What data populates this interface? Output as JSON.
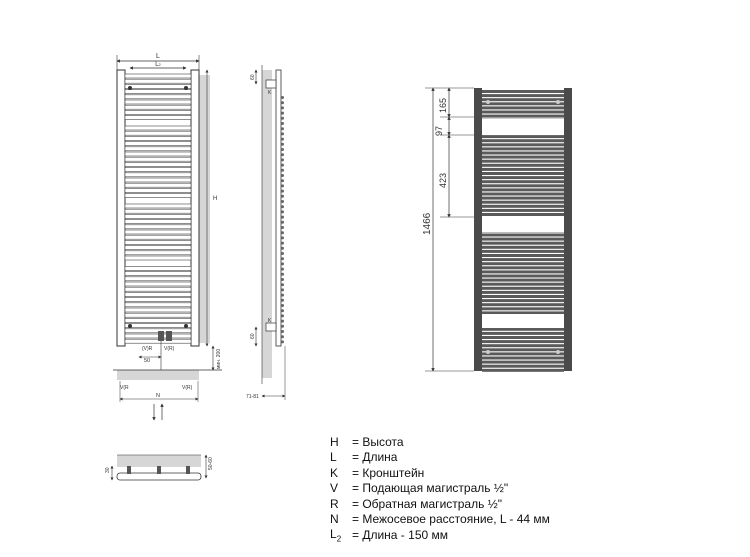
{
  "drawings": {
    "front": {
      "label_L": "L",
      "label_L2": "L",
      "label_L2_sub": "2",
      "label_H": "H",
      "label_50": "50",
      "label_VR_left": "(V)R",
      "label_VR_right": "V(R)",
      "label_VR_bottom_left": "V(R",
      "label_VR_bottom_right": "V(R)",
      "label_min": "мин. 200",
      "label_N": "N"
    },
    "side": {
      "label_top_K": "K",
      "label_top_num": "60",
      "label_bottom_K": "K",
      "label_bottom_num": "60",
      "label_depth": "71-81"
    },
    "dimensioned": {
      "dim_total": "1466",
      "dim_165": "165",
      "dim_97": "97",
      "dim_423": "423"
    },
    "top_view": {
      "label_30": "30",
      "label_50_60": "50-60"
    }
  },
  "legend": [
    {
      "key": "H",
      "sub": "",
      "desc": "= Высота"
    },
    {
      "key": "L",
      "sub": "",
      "desc": "= Длина"
    },
    {
      "key": "K",
      "sub": "",
      "desc": "= Кронштейн"
    },
    {
      "key": "V",
      "sub": "",
      "desc": "= Подающая магистраль ½\""
    },
    {
      "key": "R",
      "sub": "",
      "desc": "= Обратная магистраль ½\""
    },
    {
      "key": "N",
      "sub": "",
      "desc": "= Межосевое расстояние, L - 44 мм"
    },
    {
      "key": "L",
      "sub": "2",
      "desc": "= Длина - 150 мм"
    }
  ],
  "colors": {
    "line": "#333333",
    "frame": "#555555",
    "grey_fill": "#d6d6d6",
    "dark_fill": "#5a5a5a"
  }
}
